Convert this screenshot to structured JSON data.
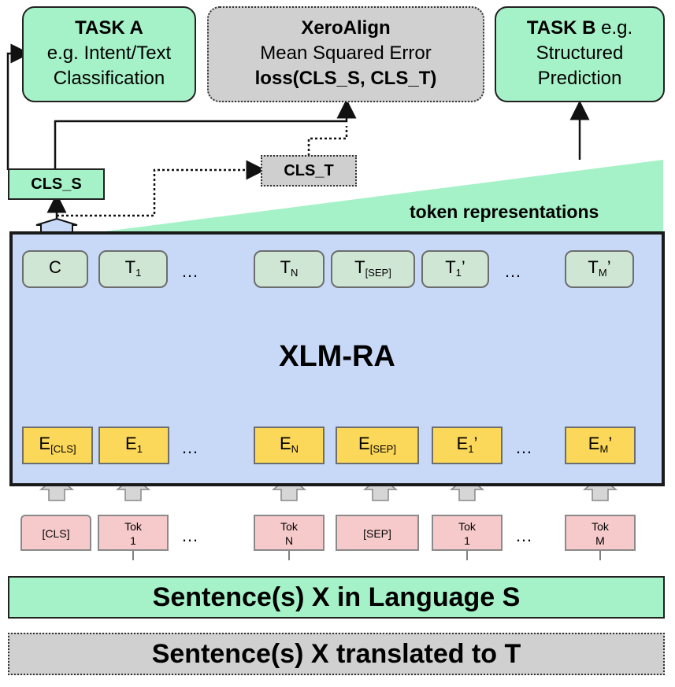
{
  "task_a": {
    "title": "TASK A",
    "line1": "e.g. Intent/Text",
    "line2": "Classification"
  },
  "xeroalign": {
    "title": "XeroAlign",
    "line1": "Mean Squared Error",
    "line2": "loss(CLS_S, CLS_T)"
  },
  "task_b": {
    "title": "TASK B",
    "title_suffix": " e.g.",
    "line1": "Structured",
    "line2": "Prediction"
  },
  "cls_s": "CLS_S",
  "cls_t": "CLS_T",
  "token_repr": "token representations",
  "model_name": "XLM-RA",
  "ellipsis": "…",
  "top_tokens": {
    "c": "C",
    "t1": "T",
    "t1_sub": "1",
    "tn": "T",
    "tn_sub": "N",
    "tsep": "T",
    "tsep_sub": "[SEP]",
    "t1p": "T",
    "t1p_sub": "1",
    "t1p_prime": "’",
    "tmp": "T",
    "tmp_sub": "M",
    "tmp_prime": "’"
  },
  "embeddings": {
    "ecls": "E",
    "ecls_sub": "[CLS]",
    "e1": "E",
    "e1_sub": "1",
    "en": "E",
    "en_sub": "N",
    "esep": "E",
    "esep_sub": "[SEP]",
    "e1p": "E",
    "e1p_sub": "1",
    "e1p_prime": "’",
    "emp": "E",
    "emp_sub": "M",
    "emp_prime": "’"
  },
  "inputs": {
    "cls": "[CLS]",
    "tok1_a": "Tok",
    "tok1_b": "1",
    "tokn_a": "Tok",
    "tokn_b": "N",
    "sep": "[SEP]",
    "tok1p_a": "Tok",
    "tok1p_b": "1",
    "tokm_a": "Tok",
    "tokm_b": "M"
  },
  "bottom": {
    "source": "Sentence(s) X in Language S",
    "translated": "Sentence(s) X translated to T"
  },
  "colors": {
    "green": "#a6f2c8",
    "gray": "#d0d0d0",
    "blue": "#c8d9f8",
    "yellow": "#fbd75a",
    "pink": "#f6caca",
    "token_green": "#cfe6d4"
  }
}
